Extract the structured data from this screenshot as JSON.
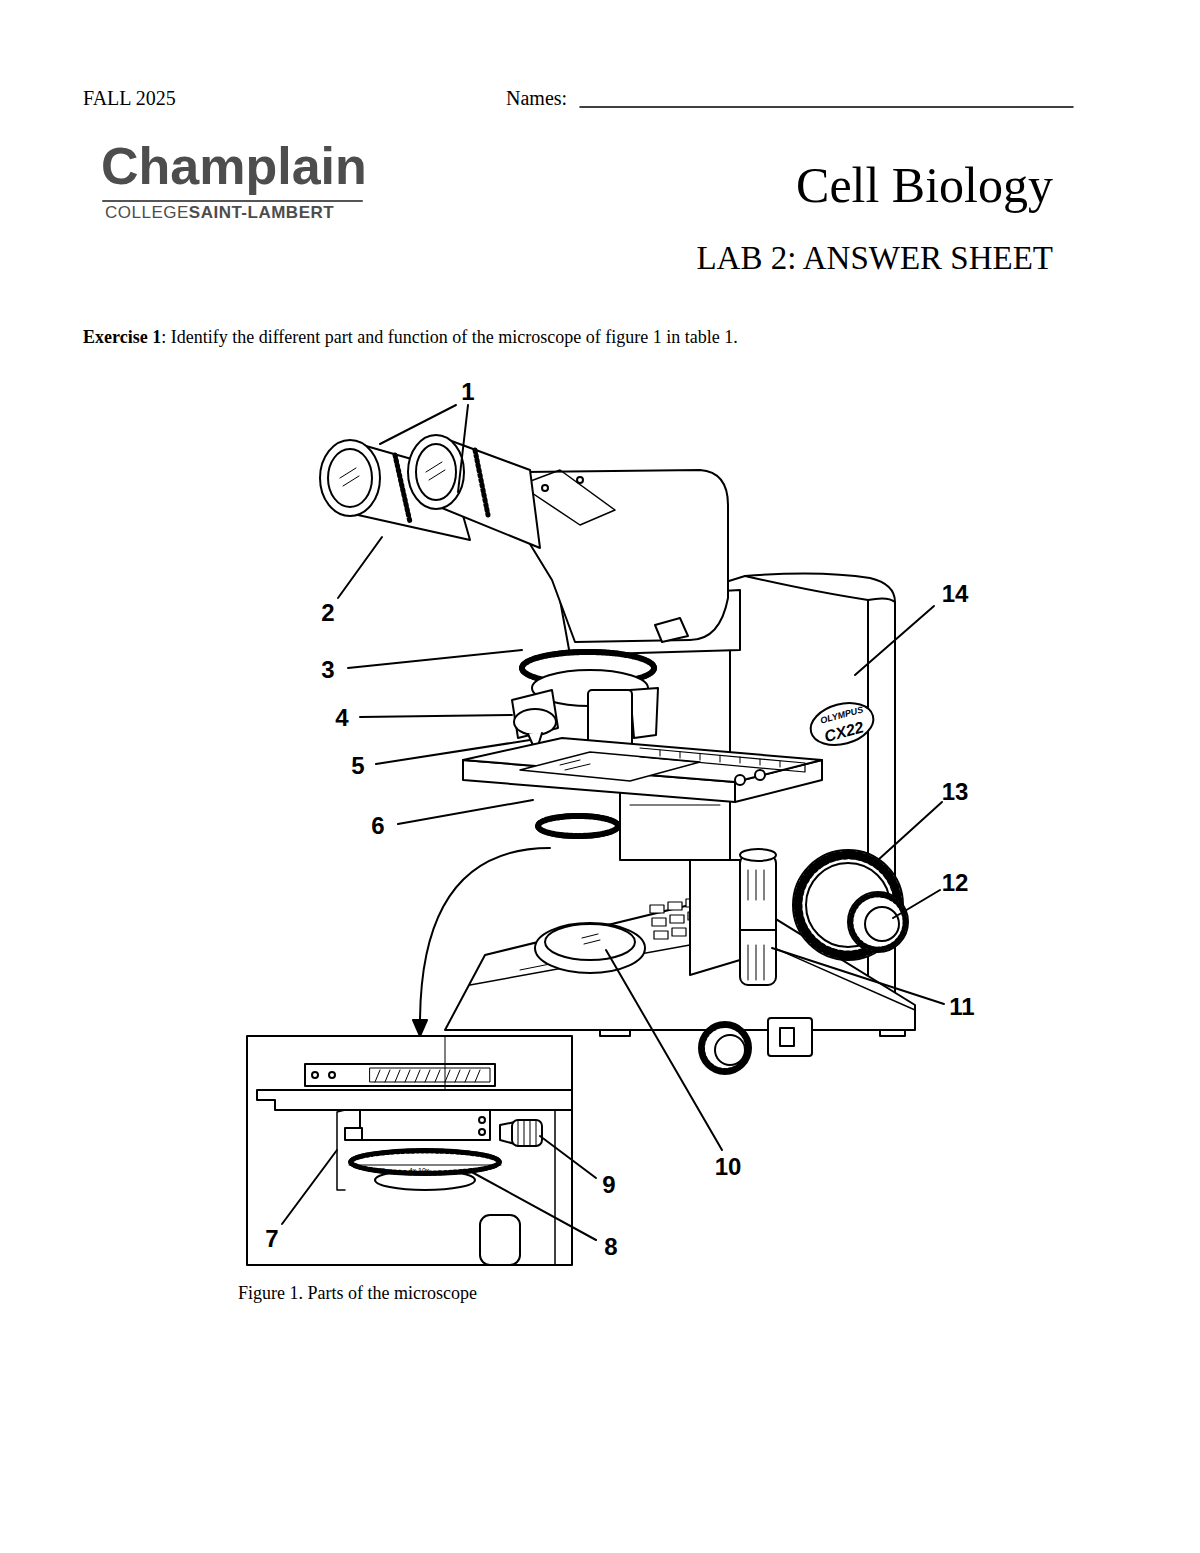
{
  "diagram": {
    "title": "Cell Biology",
    "caption": "Figure 1. Parts of the microscope",
    "labels": [
      "FALL 2025",
      "Names:",
      "Champlain",
      "COLLEGE",
      "SAINT-LAMBERT",
      "LAB 2: ANSWER SHEET",
      "Exercise 1",
      ": Identify the different part and function of the microscope of figure 1 in table 1.",
      "1",
      "2",
      "3",
      "4",
      "5",
      "6",
      "7",
      "8",
      "9",
      "10",
      "11",
      "12",
      "13",
      "14",
      "OLYMPUS",
      "CX22",
      "40x",
      "4x 10x"
    ]
  }
}
